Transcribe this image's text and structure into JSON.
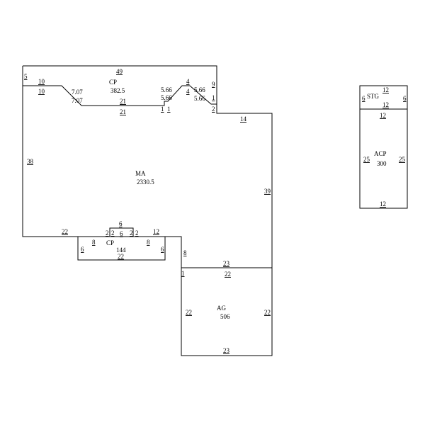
{
  "areas": {
    "cp_top": {
      "code": "CP",
      "value": "382.5"
    },
    "ma": {
      "code": "MA",
      "value": "2330.5"
    },
    "cp_bottom": {
      "code": "CP",
      "value": "144"
    },
    "ag": {
      "code": "AG",
      "value": "506"
    },
    "stg": {
      "code": "STG"
    },
    "acp": {
      "code": "ACP",
      "value": "300"
    }
  },
  "dims": {
    "d5": "5",
    "d10a": "10",
    "d10b": "10",
    "d49": "49",
    "d707a": "7.07",
    "d707b": "7.07",
    "d21a": "21",
    "d21b": "21",
    "d566a": "5.66",
    "d566b": "5.66",
    "d1a": "1",
    "d1b": "1",
    "d4a": "4",
    "d4b": "4",
    "d566c": "5.66",
    "d566d": "5.66",
    "d9": "9",
    "d1c": "1",
    "d2": "2",
    "d14": "14",
    "d38": "38",
    "d39": "39",
    "d22a": "22",
    "d6a": "6",
    "d2a": "2",
    "d2b": "2",
    "d6b": "6",
    "d2c": "2",
    "d2d": "2",
    "d12a": "12",
    "d8a": "8",
    "d8b": "8",
    "d6c": "6",
    "d6d": "6",
    "d22b": "22",
    "d8c": "8",
    "d23a": "23",
    "d1d": "1",
    "d22c": "22",
    "d22d": "22",
    "d22e": "22",
    "d23b": "23",
    "d12b": "12",
    "d6e": "6",
    "d6f": "6",
    "d12c": "12",
    "d12d": "12",
    "d25a": "25",
    "d25b": "25",
    "d12e": "12"
  }
}
